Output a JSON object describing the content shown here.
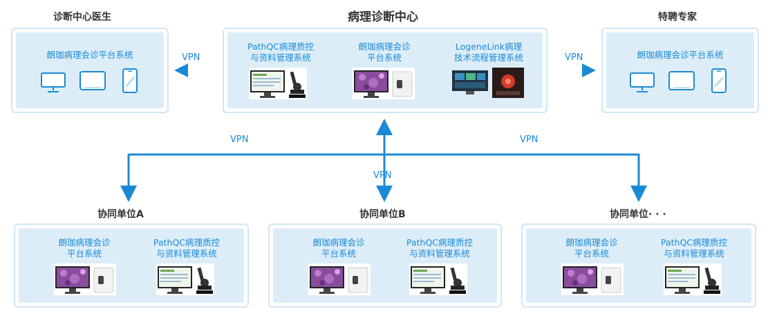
{
  "center": {
    "title": "病理诊断中心",
    "systems": [
      {
        "line1": "PathQC病理质控",
        "line2": "与资料管理系统"
      },
      {
        "line1": "朗珈病理会诊",
        "line2": "平台系统"
      },
      {
        "line1": "LogeneLink病理",
        "line2": "技术流程管理系统"
      }
    ]
  },
  "left": {
    "title": "诊断中心医生",
    "system": "朗珈病理会诊平台系统"
  },
  "right": {
    "title": "特聘专家",
    "system": "朗珈病理会诊平台系统"
  },
  "vpn_label": "VPN",
  "units": [
    {
      "title": "协同单位A",
      "sys1": {
        "line1": "朗珈病理会诊",
        "line2": "平台系统"
      },
      "sys2": {
        "line1": "PathQC病理质控",
        "line2": "与资料管理系统"
      }
    },
    {
      "title": "协同单位B",
      "sys1": {
        "line1": "朗珈病理会诊",
        "line2": "平台系统"
      },
      "sys2": {
        "line1": "PathQC病理质控",
        "line2": "与资料管理系统"
      }
    },
    {
      "title": "协同单位· · ·",
      "sys1": {
        "line1": "朗珈病理会诊",
        "line2": "平台系统"
      },
      "sys2": {
        "line1": "PathQC病理质控",
        "line2": "与资料管理系统"
      }
    }
  ],
  "colors": {
    "accent": "#1a8ad6",
    "panel": "#dcedf8",
    "border": "#cfe6f5"
  },
  "icons": [
    "monitor-icon",
    "tablet-icon",
    "phone-icon",
    "workstation-microscope-icon",
    "slide-scanner-icon",
    "pathology-slide-screen-icon",
    "lab-instrument-icon"
  ]
}
